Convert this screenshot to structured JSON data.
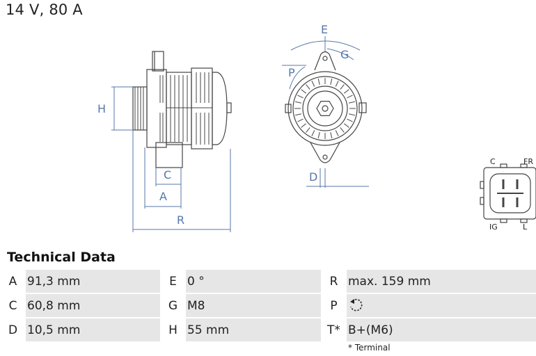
{
  "heading": "14 V, 80 A",
  "drawing_labels": {
    "H": "H",
    "C": "C",
    "A": "A",
    "R": "R",
    "E": "E",
    "G": "G",
    "P": "P",
    "D": "D"
  },
  "connector_labels": {
    "C": "C",
    "FR": "FR",
    "IG": "IG",
    "L": "L"
  },
  "section_title": "Technical Data",
  "specs": [
    [
      {
        "key": "A",
        "value": "91,3 mm"
      },
      {
        "key": "E",
        "value": "0 °"
      },
      {
        "key": "R",
        "value": "max. 159 mm"
      }
    ],
    [
      {
        "key": "C",
        "value": "60,8 mm"
      },
      {
        "key": "G",
        "value": "M8"
      },
      {
        "key": "P",
        "value": "",
        "icon": "clockwise-rotation-icon"
      }
    ],
    [
      {
        "key": "D",
        "value": "10,5 mm"
      },
      {
        "key": "H",
        "value": "55 mm"
      },
      {
        "key": "T*",
        "value": "B+(M6)"
      }
    ]
  ],
  "footnote": "* Terminal"
}
